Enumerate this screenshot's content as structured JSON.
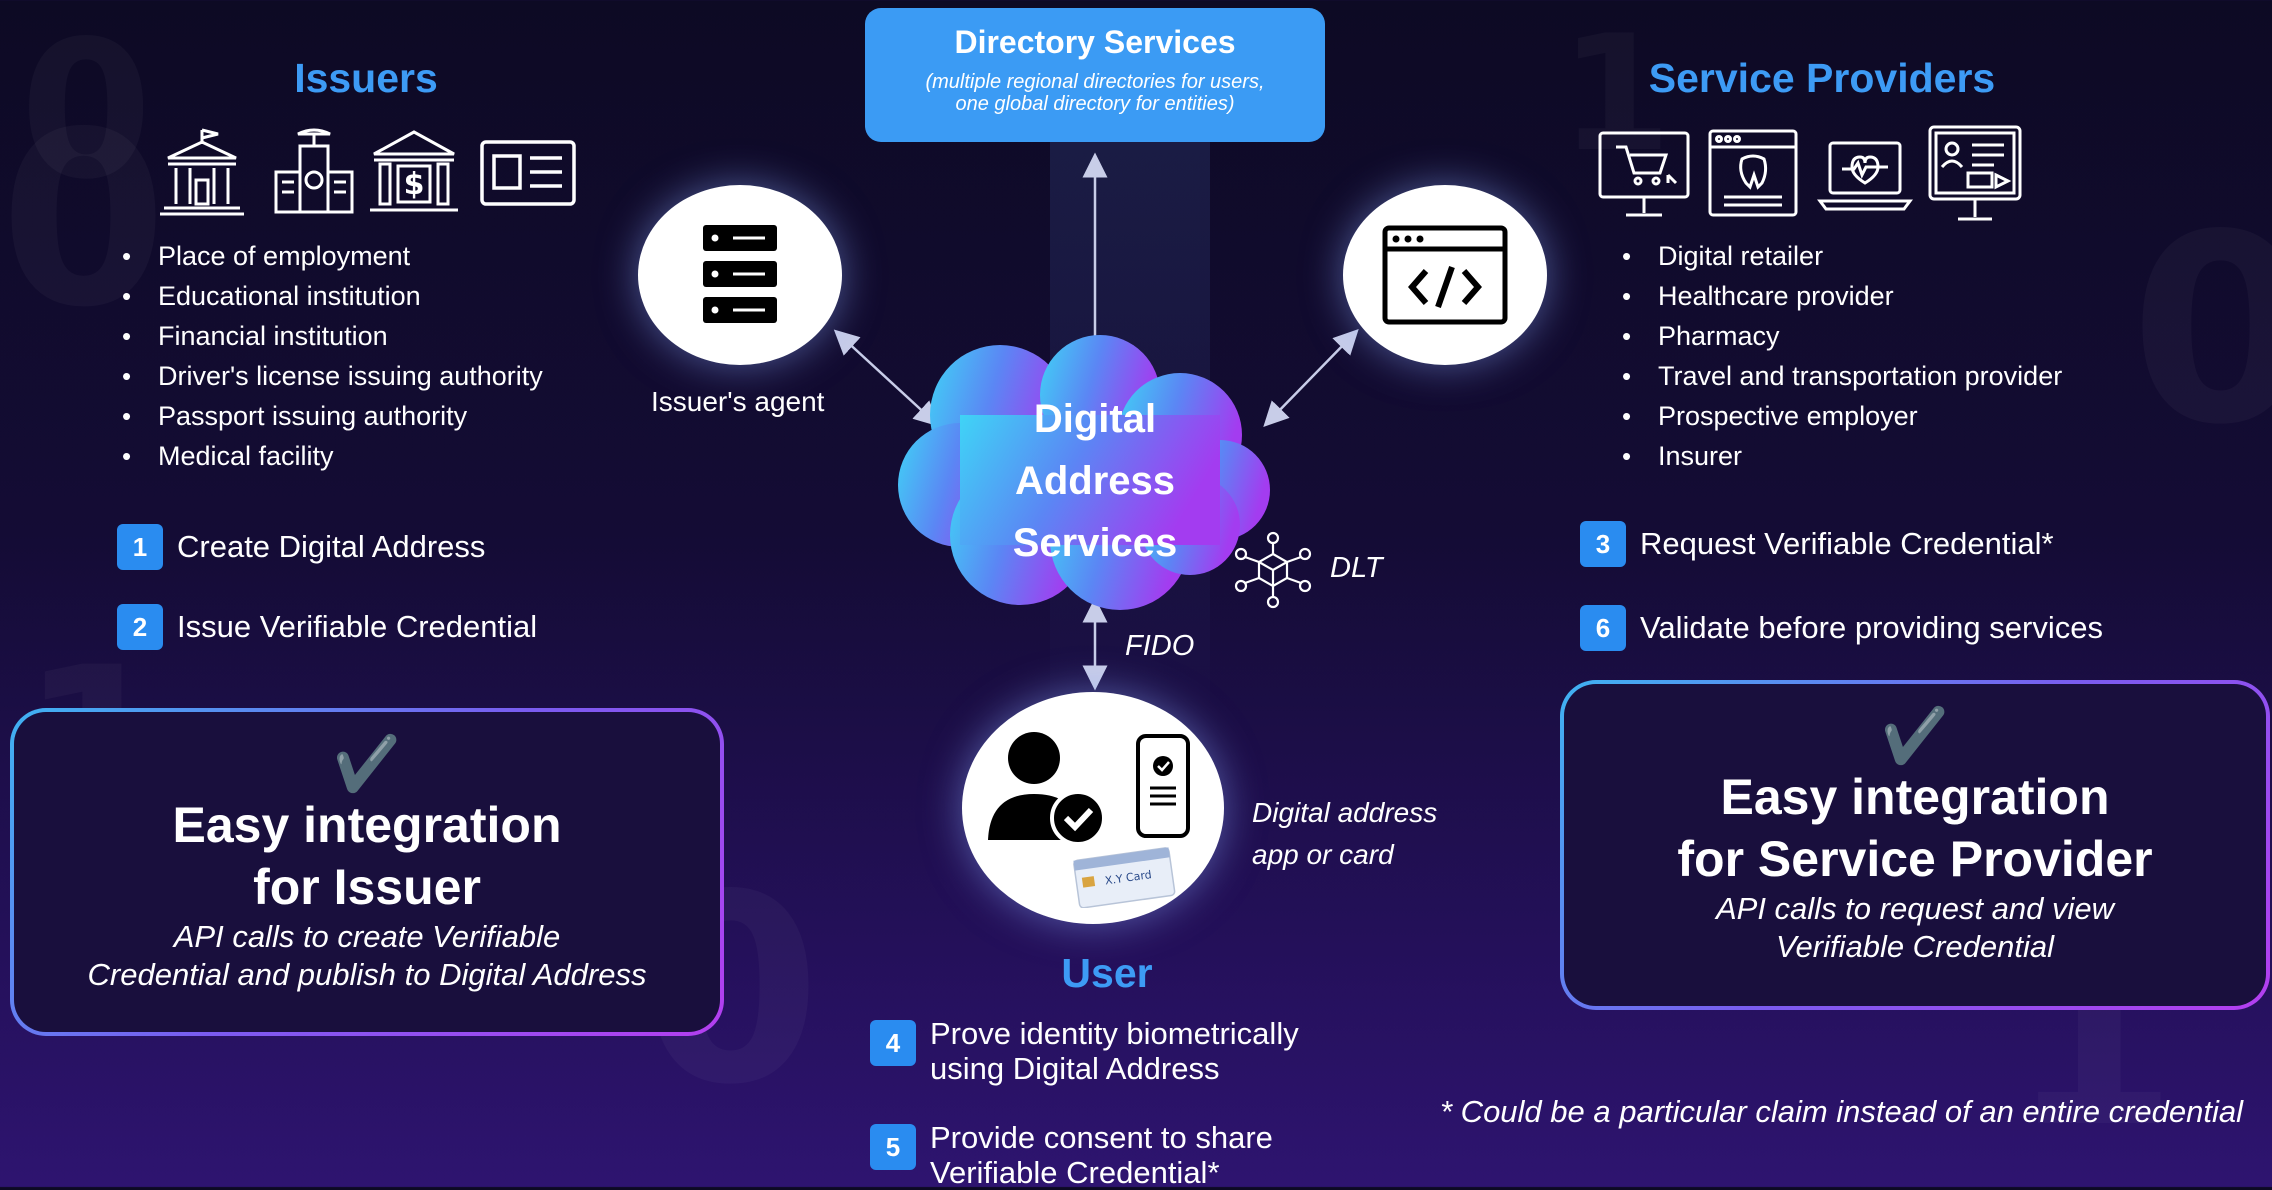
{
  "issuers": {
    "heading": "Issuers",
    "items": [
      "Place of employment",
      "Educational institution",
      "Financial institution",
      "Driver's license issuing authority",
      "Passport issuing authority",
      "Medical facility"
    ],
    "icons": [
      "government-building-icon",
      "protest-building-icon",
      "bank-dollar-icon",
      "id-card-icon"
    ],
    "steps": [
      {
        "num": "1",
        "label": "Create Digital Address"
      },
      {
        "num": "2",
        "label": "Issue Verifiable Credential"
      }
    ],
    "easy": {
      "check": "✔️",
      "title_line1": "Easy integration",
      "title_line2": "for Issuer",
      "sub_line1": "API calls to create Verifiable",
      "sub_line2": "Credential and publish to Digital Address"
    }
  },
  "directory": {
    "title": "Directory Services",
    "sub_line1": "(multiple regional directories for users,",
    "sub_line2": "one global directory for entities)"
  },
  "issuer_agent": {
    "label": "Issuer's agent",
    "icon": "server-icon"
  },
  "center": {
    "line1": "Digital",
    "line2": "Address",
    "line3": "Services"
  },
  "dlt": {
    "label": "DLT",
    "icon": "network-nodes-icon"
  },
  "fido": {
    "label": "FIDO"
  },
  "user": {
    "heading": "User",
    "app_line1": "Digital address",
    "app_line2": "app or card",
    "card_text": "X.Y Card",
    "steps": [
      {
        "num": "4",
        "line1": "Prove identity biometrically",
        "line2": "using Digital Address"
      },
      {
        "num": "5",
        "line1": "Provide consent to share",
        "line2": "Verifiable Credential*"
      }
    ]
  },
  "service_providers": {
    "heading": "Service Providers",
    "items": [
      "Digital retailer",
      "Healthcare provider",
      "Pharmacy",
      "Travel and transportation provider",
      "Prospective employer",
      "Insurer"
    ],
    "icons": [
      "shopping-cart-monitor-icon",
      "dental-browser-icon",
      "health-laptop-icon",
      "profile-monitor-icon"
    ],
    "steps": [
      {
        "num": "3",
        "label": "Request Verifiable Credential*"
      },
      {
        "num": "6",
        "label": "Validate before providing services"
      }
    ],
    "easy": {
      "check": "✔️",
      "title_line1": "Easy integration",
      "title_line2": "for Service Provider",
      "sub_line1": "API calls to request and view",
      "sub_line2": "Verifiable Credential"
    }
  },
  "code_icon": "code-window-icon",
  "footnote": "* Could be a particular claim instead of an entire credential",
  "colors": {
    "heading_blue": "#3d9bf5",
    "step_blue": "#2a8cf0",
    "box_gradient_start": "#3fb3f2",
    "box_gradient_end": "#b43ef0"
  }
}
